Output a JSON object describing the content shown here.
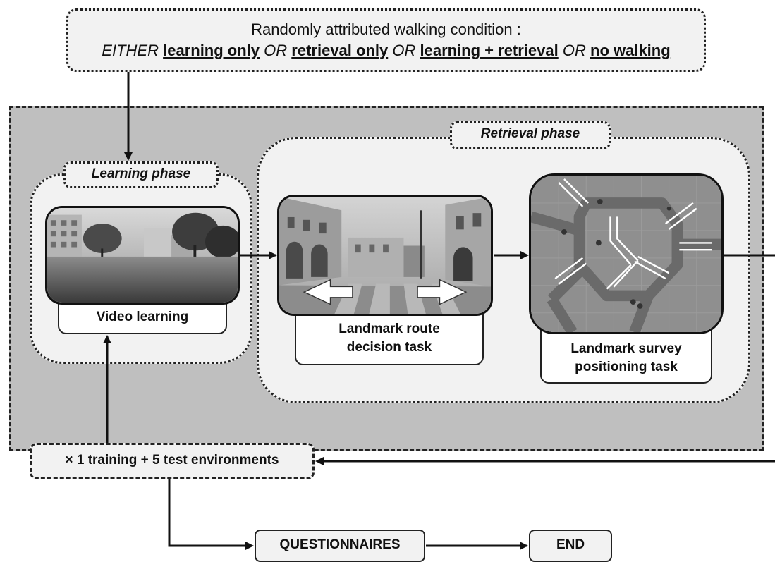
{
  "condition": {
    "title": "Randomly attributed walking condition :",
    "either": "EITHER",
    "or": "OR",
    "options": [
      "learning only",
      "retrieval only",
      "learning + retrieval",
      "no walking"
    ]
  },
  "phases": {
    "learning": "Learning phase",
    "retrieval": "Retrieval phase"
  },
  "tasks": {
    "video": "Video learning",
    "route_line1": "Landmark route",
    "route_line2": "decision task",
    "survey_line1": "Landmark survey",
    "survey_line2": "positioning task"
  },
  "loop_label": "× 1 training + 5 test environments",
  "questionnaires": "QUESTIONNAIRES",
  "end": "END",
  "colors": {
    "panel": "#bfbfbf",
    "region": "#f2f2f2",
    "line": "#222222"
  }
}
